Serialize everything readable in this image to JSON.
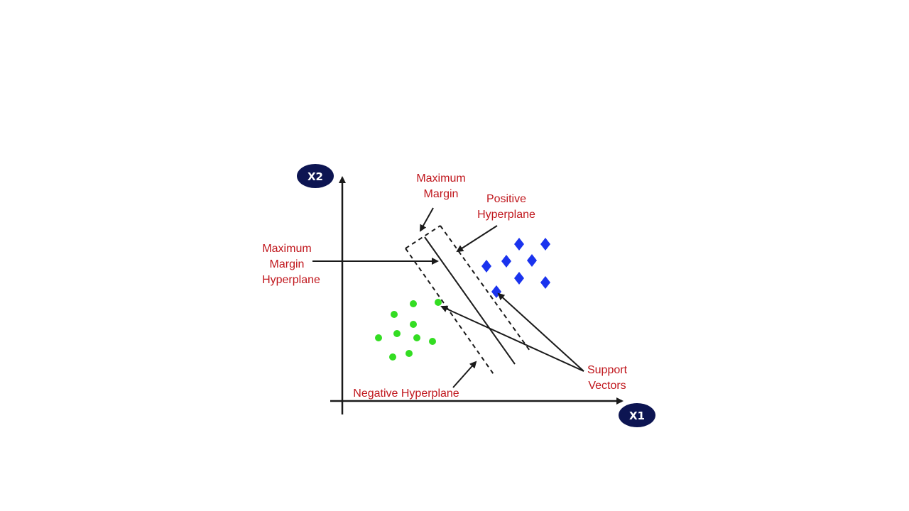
{
  "diagram": {
    "axis_x_badge": "X1",
    "axis_y_badge": "X2",
    "labels": {
      "maximum_margin": [
        "Maximum",
        "Margin"
      ],
      "positive_hyperplane": [
        "Positive",
        "Hyperplane"
      ],
      "maximum_margin_hyperplane": [
        "Maximum",
        "Margin",
        "Hyperplane"
      ],
      "negative_hyperplane": [
        "Negative Hyperplane"
      ],
      "support_vectors": [
        "Support",
        "Vectors"
      ]
    },
    "classes": [
      {
        "shape": "circle",
        "color": "#33dd22"
      },
      {
        "shape": "diamond",
        "color": "#1a33ee"
      }
    ],
    "colors": {
      "label_text": "#c0161c",
      "badge_fill": "#0d1552",
      "badge_text": "#ffffff",
      "lines": "#1a1a1a"
    }
  }
}
